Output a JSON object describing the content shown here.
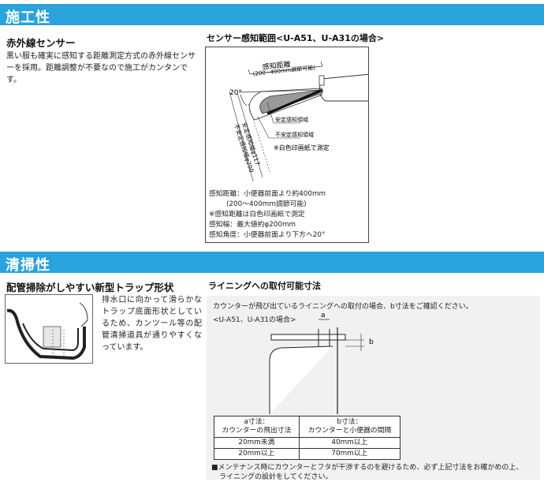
{
  "section1": {
    "title": "施工性",
    "left": {
      "heading": "赤外線センサー",
      "body": "黒い服も確実に感知する距離測定方式の赤外線センサーを採用。距離調整が不要なので施工がカンタンです。"
    },
    "sensor": {
      "heading": "センサー感知範囲<U-A51、U-A31の場合>",
      "diagram": {
        "label_range": "感知距離",
        "label_range_sub": "(200~400mm調節可能)",
        "label_angle": "20°",
        "label_stable": "安定感知領域",
        "label_unstable": "不安定感知領域",
        "label_paper": "※白色印画紙で測定",
        "label_width1": "安定感知幅φ117",
        "label_width2": "不安定感知幅φ200"
      },
      "specs": [
        "感知距離：小便器前面より約400mm",
        "(200～400mm調節可能)",
        "※感知距離は白色印画紙で測定",
        "感知幅：最大値約φ200mm",
        "感知角度：小便器前面より下方へ20°"
      ]
    }
  },
  "section2": {
    "title": "清掃性",
    "left": {
      "heading": "配管掃除がしやすい新型トラップ形状",
      "body": "排水口に向かって滑らかなトラップ底面形状としているため、カンツール等の配管清掃道具が通りやすくなっています。"
    },
    "lining": {
      "heading": "ライニングへの取付可能寸法",
      "note": "カウンターが飛び出ているライニングへの取付の場合、b寸法をご確認ください。",
      "model_note": "<U-A51、U-A31の場合>",
      "label_a": "a",
      "label_b": "b",
      "table": {
        "headers": [
          {
            "line1": "a寸法：",
            "line2": "カウンターの飛出寸法"
          },
          {
            "line1": "b寸法：",
            "line2": "カウンターと小便器の間隔"
          }
        ],
        "rows": [
          [
            "20mm未満",
            "40mm以上"
          ],
          [
            "20mm以上",
            "70mm以上"
          ]
        ]
      },
      "footnote1": "■メンテナンス時にカウンターとフタが干渉するのを避けるため、必ず上記寸法をお確かめの上、",
      "footnote2": "ライニングの設計をしてください。"
    }
  }
}
